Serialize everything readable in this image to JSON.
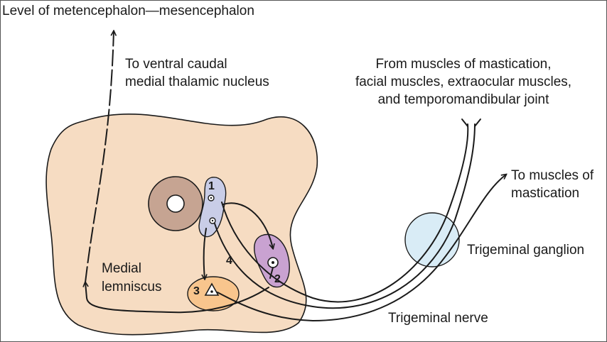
{
  "title": "Level of metencephalon—mesencephalon",
  "labels": {
    "thalamus_line1": "To ventral caudal",
    "thalamus_line2": "medial thalamic nucleus",
    "sensory_line1": "From muscles of mastication,",
    "sensory_line2": "facial muscles, extraocular muscles,",
    "sensory_line3": "and temporomandibular joint",
    "motor_line1": "To muscles of",
    "motor_line2": "mastication",
    "ganglion": "Trigeminal ganglion",
    "nerve": "Trigeminal nerve",
    "lemniscus_line1": "Medial",
    "lemniscus_line2": "lemniscus"
  },
  "nuclei": {
    "n1": "1",
    "n2": "2",
    "n3": "3",
    "n4": "4"
  },
  "colors": {
    "brainstem": "#f6dcc2",
    "aqueduct_ring": "#c6a492",
    "nucleus_1": "#c9cde7",
    "nucleus_2": "#c9a2d1",
    "nucleus_3": "#f8c58d",
    "ganglion": "#d9ecf6",
    "outline": "#1a1a1a"
  }
}
